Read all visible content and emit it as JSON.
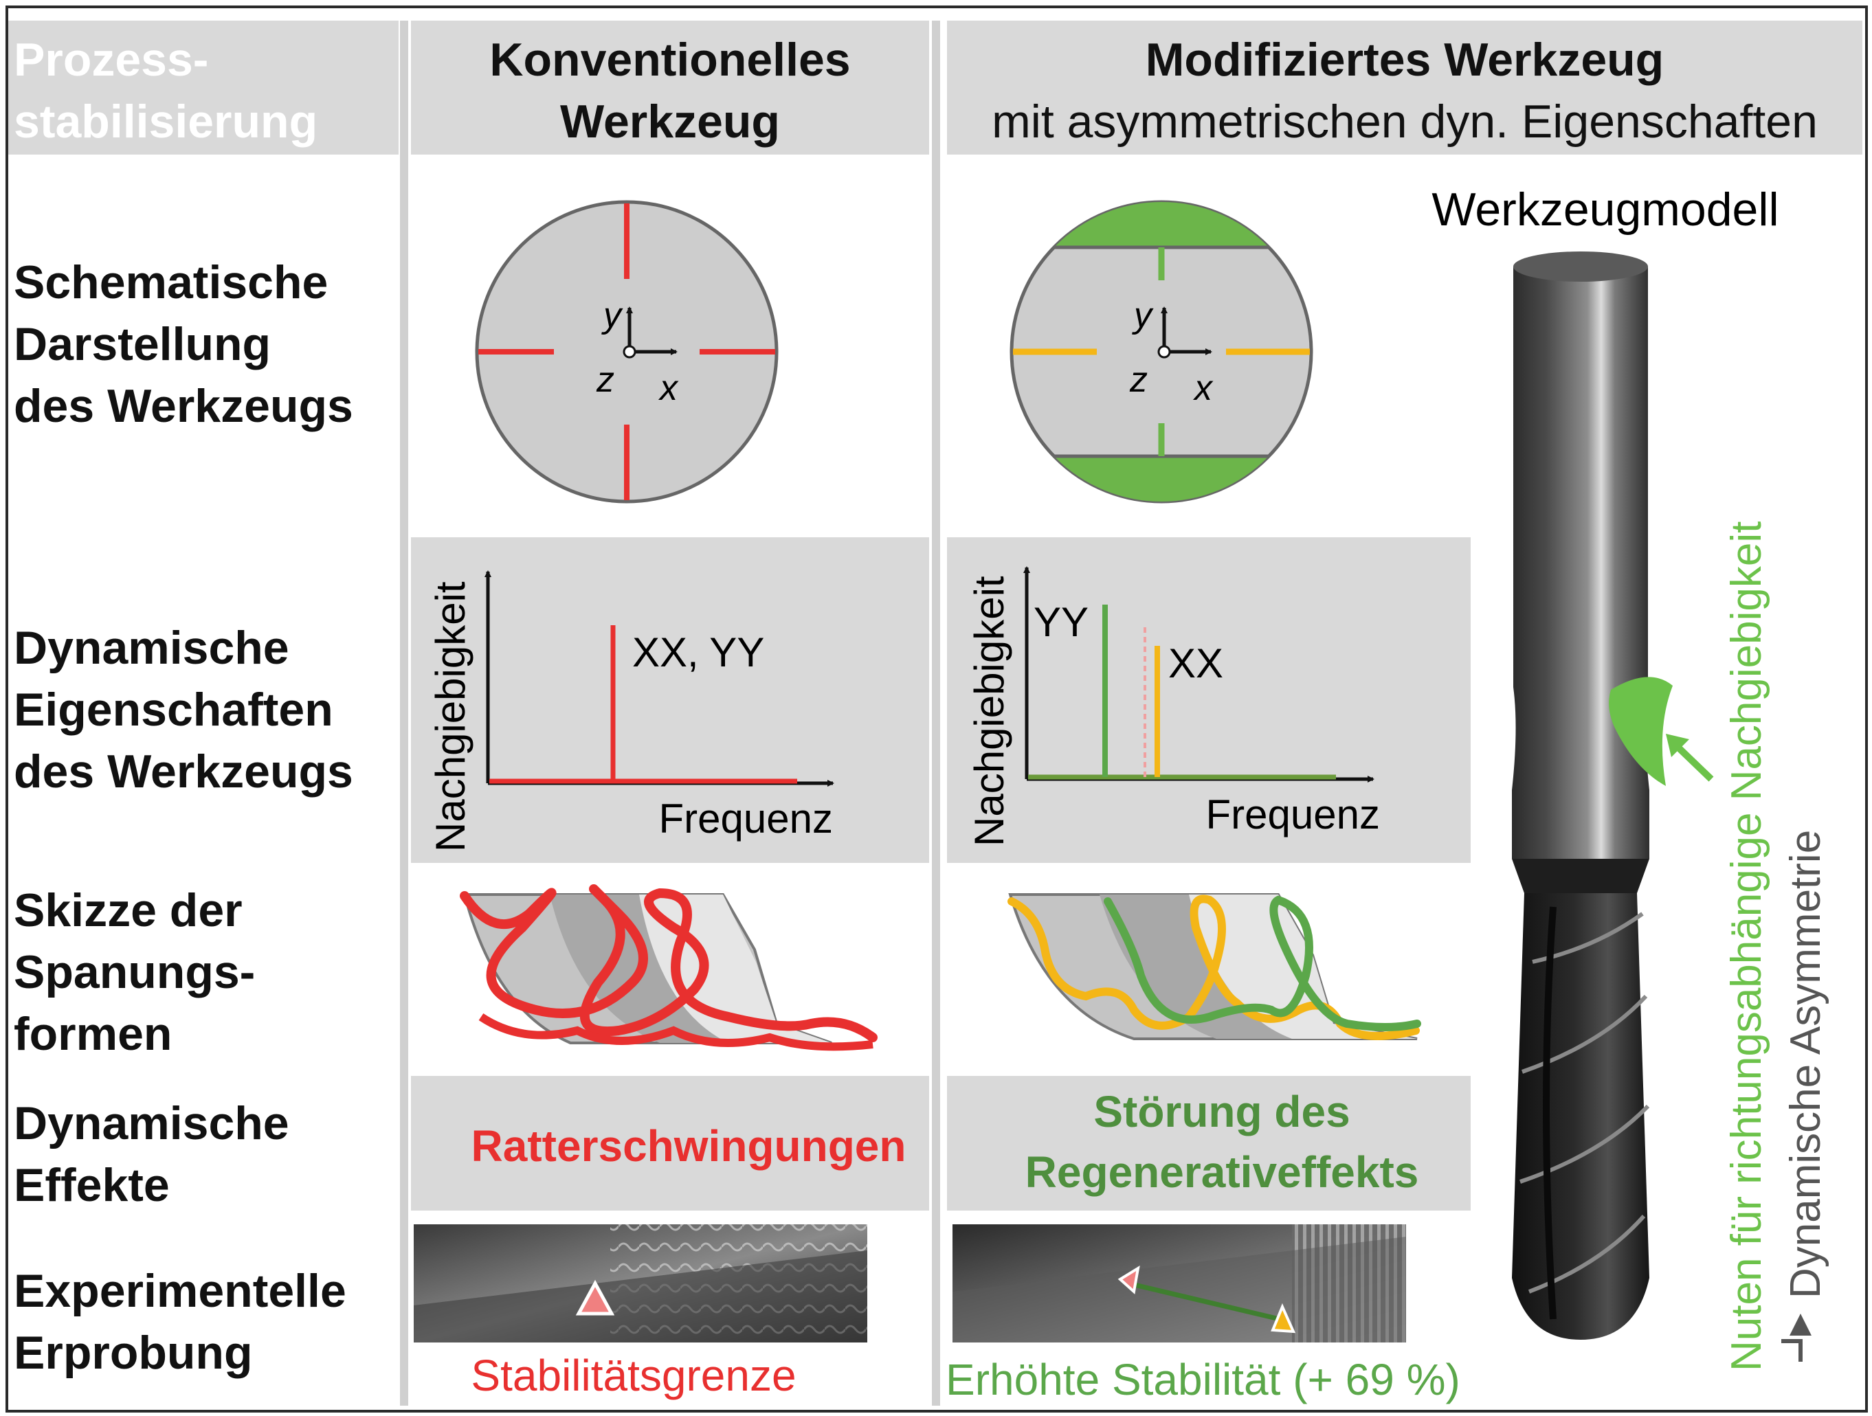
{
  "header": {
    "col0_line1": "Prozess-",
    "col0_line2": "stabilisierung",
    "col1_line1": "Konventionelles",
    "col1_line2": "Werkzeug",
    "col2_line1": "Modifiziertes Werkzeug",
    "col2_line2": "mit asymmetrischen dyn. Eigenschaften"
  },
  "rows": {
    "schematic": [
      "Schematische",
      "Darstellung",
      "des Werkzeugs"
    ],
    "dynamic_props": [
      "Dynamische",
      "Eigenschaften",
      "des Werkzeugs"
    ],
    "chip_sketch": [
      "Skizze der",
      "Spanungs-",
      "formen"
    ],
    "effects": [
      "Dynamische",
      "Effekte"
    ],
    "experiment": [
      "Experimentelle",
      "Erprobung"
    ]
  },
  "axes": {
    "y": "y",
    "z": "z",
    "x": "x"
  },
  "compliance_chart": {
    "ylabel": "Nachgiebigkeit",
    "xlabel": "Frequenz",
    "conventional_peak_label": "XX, YY",
    "modified_peak_yy": "YY",
    "modified_peak_xx": "XX"
  },
  "effects": {
    "conventional": "Ratterschwingungen",
    "modified_line1": "Störung des",
    "modified_line2": "Regenerativeffekts"
  },
  "experiment": {
    "conventional": "Stabilitätsgrenze",
    "modified": "Erhöhte Stabilität (+ 69 %)"
  },
  "tool_model": {
    "title": "Werkzeugmodell",
    "grooves_label": "Nuten für richtungsabhängige Nachgiebigkeit",
    "asymmetry_label": "Dynamische Asymmetrie"
  },
  "colors": {
    "red": "#e8302f",
    "green": "#5ba74a",
    "yellow": "#f4b617",
    "gray_panel": "#d9d9d9",
    "circle_fill": "#cdcdcd"
  }
}
